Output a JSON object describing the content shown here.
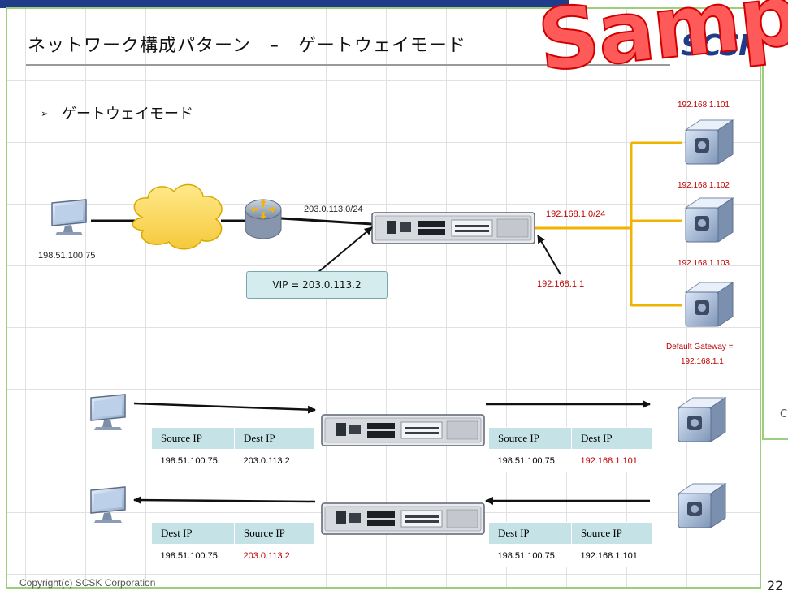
{
  "slide": {
    "title": "ネットワーク構成パターン　–　ゲートウェイモード",
    "watermark": "Sample",
    "logo": "SCSK",
    "bullet_marker": "➢",
    "bullet": "ゲートウェイモード",
    "copyright": "Copyright(c) SCSK Corporation",
    "page_number": "22",
    "side_panel_letter": "C"
  },
  "diagram": {
    "client_ip": "198.51.100.75",
    "wan_network": "203.0.113.0/24",
    "lan_network": "192.168.1.0/24",
    "vip": "VIP = 203.0.113.2",
    "lb_gateway_ip": "192.168.1.1",
    "servers": [
      "192.168.1.101",
      "192.168.1.102",
      "192.168.1.103"
    ],
    "default_gateway_label": "Default Gateway =",
    "default_gateway_ip": "192.168.1.1"
  },
  "flows": {
    "request": {
      "left": {
        "headers": [
          "Source IP",
          "Dest IP"
        ],
        "values": [
          "198.51.100.75",
          "203.0.113.2"
        ]
      },
      "right": {
        "headers": [
          "Source IP",
          "Dest IP"
        ],
        "values": [
          "198.51.100.75",
          "192.168.1.101"
        ]
      }
    },
    "response": {
      "left": {
        "headers": [
          "Dest IP",
          "Source IP"
        ],
        "values": [
          "198.51.100.75",
          "203.0.113.2"
        ]
      },
      "right": {
        "headers": [
          "Dest IP",
          "Source IP"
        ],
        "values": [
          "198.51.100.75",
          "192.168.1.101"
        ]
      }
    }
  },
  "colors": {
    "lan_link": "#f0b400",
    "highlight_text": "#c00000",
    "table_header": "#c5e3e6",
    "frame": "#9ccf7a",
    "top_bar": "#1f3c8a"
  }
}
